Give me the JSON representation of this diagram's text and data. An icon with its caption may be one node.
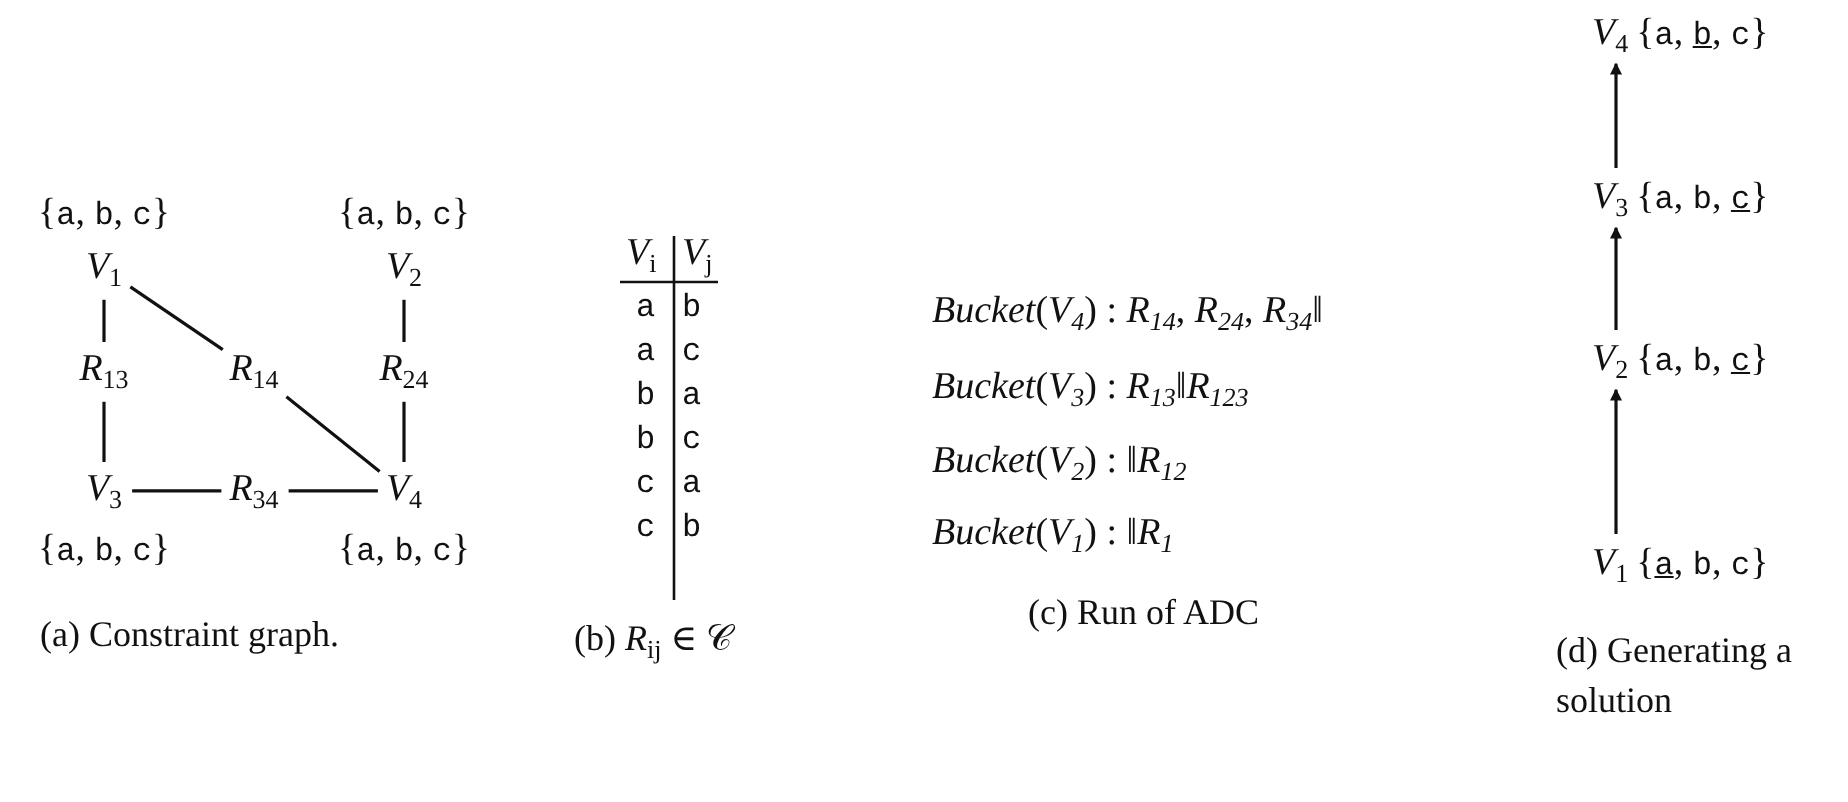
{
  "diagram": {
    "nodes": [
      {
        "text": [
          "*V*$_{1}$"
        ],
        "beside": [
          "{a, b, c}"
        ]
      },
      {
        "text": [
          "*V*$_{2}$"
        ],
        "beside": [
          "{a, b, c}"
        ]
      },
      {
        "text": [
          "*R*$_{13}$"
        ]
      },
      {
        "text": [
          "*R*$_{14}$"
        ]
      },
      {
        "text": [
          "*R*$_{24}$"
        ]
      },
      {
        "text": [
          "*V*$_{3}$"
        ],
        "beside": [
          "{a, b, c}"
        ]
      },
      {
        "text": [
          "*R*$_{34}$"
        ]
      },
      {
        "text": [
          "*V*$_{4}$"
        ],
        "beside": [
          "{a, b, c}"
        ]
      },
      {
        "text": [
          "*V*$_{4}$",
          "{a, b, c}"
        ]
      },
      {
        "text": [
          "*V*$_{3}$",
          "{a, b, c}"
        ]
      },
      {
        "text": [
          "*V*$_{2}$",
          "{a, b, c}"
        ]
      },
      {
        "text": [
          "*V*$_{1}$",
          "{a, b, c}"
        ]
      }
    ],
    "edges": [
      {
        "from": 0,
        "to": 2,
        "arrow": "none"
      },
      {
        "from": 0,
        "to": 3,
        "arrow": "none"
      },
      {
        "from": 1,
        "to": 4,
        "arrow": "none"
      },
      {
        "from": 2,
        "to": 5,
        "arrow": "none"
      },
      {
        "from": 3,
        "to": 7,
        "arrow": "none"
      },
      {
        "from": 4,
        "to": 7,
        "arrow": "none"
      },
      {
        "from": 5,
        "to": 6,
        "arrow": "none"
      },
      {
        "from": 6,
        "to": 7,
        "arrow": "none"
      },
      {
        "from": 11,
        "to": 10,
        "arrow": "to"
      },
      {
        "from": 10,
        "to": 9,
        "arrow": "to"
      },
      {
        "from": 9,
        "to": 8,
        "arrow": "to"
      }
    ],
    "labels": [
      "(a) Constraint graph.",
      "*V*$_{i}$",
      "*V*$_{j}$",
      "a",
      "b",
      "a",
      "c",
      "b",
      "a",
      "b",
      "c",
      "c",
      "a",
      "c",
      "b",
      "(b) *R*$_{ij}$ ∈ 𝒞",
      "*Bucket*(*V*$_{4}$) : *R*$_{14}$, *R*$_{24}$, *R*$_{34}$‖",
      "*Bucket*(*V*$_{3}$) : *R*$_{13}$‖*R*$_{123}$",
      "*Bucket*(*V*$_{2}$) : ‖*R*$_{12}$",
      "*Bucket*(*V*$_{1}$) : ‖*R*$_{1}$",
      "(c) Run of ADC",
      "(d) Generating a solution"
    ]
  }
}
